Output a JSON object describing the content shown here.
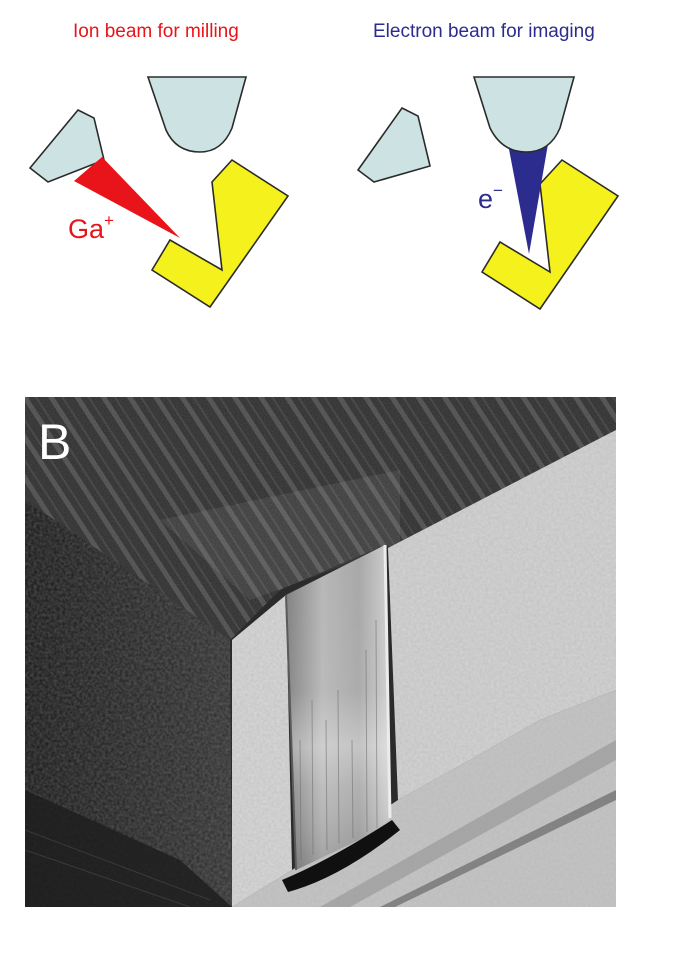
{
  "panel_a": {
    "ion_caption": "Ion beam for milling",
    "electron_caption": "Electron beam for imaging",
    "ion_label_main": "Ga",
    "ion_label_sup": "+",
    "electron_label_main": "e",
    "electron_label_sup": "−"
  },
  "panel_b": {
    "letter": "B"
  },
  "colors": {
    "ion": "#e8141a",
    "electron": "#2c2c8e",
    "column": "#cde2e2",
    "sample": "#f4f11c",
    "outline": "#2b2b2b"
  }
}
